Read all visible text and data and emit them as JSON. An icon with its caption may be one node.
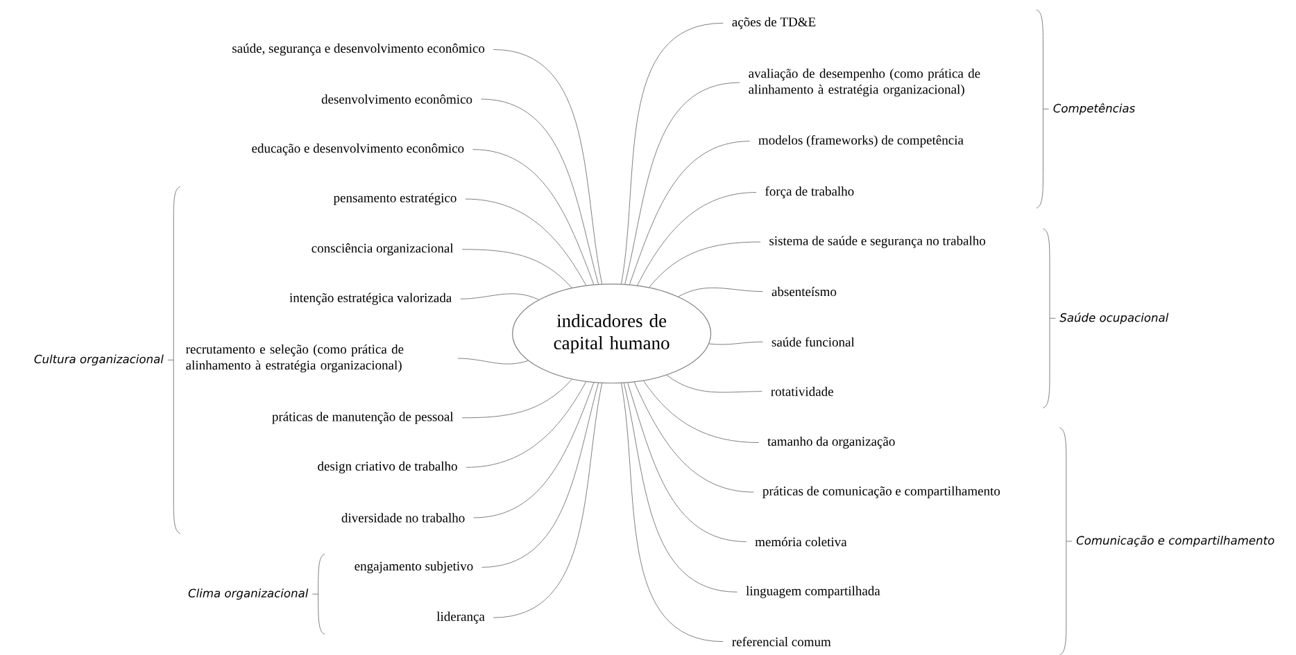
{
  "diagram": {
    "nodes": [
      {
        "text": [
          "indicadores de capital humano"
        ]
      },
      {
        "text": [
          "saúde, segurança e desenvolvimento econômico"
        ]
      },
      {
        "text": [
          "desenvolvimento econômico"
        ]
      },
      {
        "text": [
          "educação e desenvolvimento econômico"
        ]
      },
      {
        "text": [
          "pensamento estratégico"
        ]
      },
      {
        "text": [
          "consciência organizacional"
        ]
      },
      {
        "text": [
          "intenção estratégica valorizada"
        ]
      },
      {
        "text": [
          "recrutamento e seleção (como prática de alinhamento à estratégia organizacional)"
        ]
      },
      {
        "text": [
          "práticas de manutenção de pessoal"
        ]
      },
      {
        "text": [
          "design criativo de trabalho"
        ]
      },
      {
        "text": [
          "diversidade no trabalho"
        ]
      },
      {
        "text": [
          "engajamento subjetivo"
        ]
      },
      {
        "text": [
          "liderança"
        ]
      },
      {
        "text": [
          "ações de TD&E"
        ]
      },
      {
        "text": [
          "avaliação de desempenho (como prática de alinhamento à estratégia organizacional)"
        ]
      },
      {
        "text": [
          "modelos (frameworks) de competência"
        ]
      },
      {
        "text": [
          "força de trabalho"
        ]
      },
      {
        "text": [
          "sistema de saúde e segurança no trabalho"
        ]
      },
      {
        "text": [
          "absenteísmo"
        ]
      },
      {
        "text": [
          "saúde funcional"
        ]
      },
      {
        "text": [
          "rotatividade"
        ]
      },
      {
        "text": [
          "tamanho da organização"
        ]
      },
      {
        "text": [
          "práticas de comunicação e compartilhamento"
        ]
      },
      {
        "text": [
          "memória coletiva"
        ]
      },
      {
        "text": [
          "linguagem compartilhada"
        ]
      },
      {
        "text": [
          "referencial comum"
        ]
      }
    ],
    "edges": [
      {
        "from": 0,
        "to": 1,
        "arrow": "none"
      },
      {
        "from": 0,
        "to": 2,
        "arrow": "none"
      },
      {
        "from": 0,
        "to": 3,
        "arrow": "none"
      },
      {
        "from": 0,
        "to": 4,
        "arrow": "none"
      },
      {
        "from": 0,
        "to": 5,
        "arrow": "none"
      },
      {
        "from": 0,
        "to": 6,
        "arrow": "none"
      },
      {
        "from": 0,
        "to": 7,
        "arrow": "none"
      },
      {
        "from": 0,
        "to": 8,
        "arrow": "none"
      },
      {
        "from": 0,
        "to": 9,
        "arrow": "none"
      },
      {
        "from": 0,
        "to": 10,
        "arrow": "none"
      },
      {
        "from": 0,
        "to": 11,
        "arrow": "none"
      },
      {
        "from": 0,
        "to": 12,
        "arrow": "none"
      },
      {
        "from": 0,
        "to": 13,
        "arrow": "none"
      },
      {
        "from": 0,
        "to": 14,
        "arrow": "none"
      },
      {
        "from": 0,
        "to": 15,
        "arrow": "none"
      },
      {
        "from": 0,
        "to": 16,
        "arrow": "none"
      },
      {
        "from": 0,
        "to": 17,
        "arrow": "none"
      },
      {
        "from": 0,
        "to": 18,
        "arrow": "none"
      },
      {
        "from": 0,
        "to": 19,
        "arrow": "none"
      },
      {
        "from": 0,
        "to": 20,
        "arrow": "none"
      },
      {
        "from": 0,
        "to": 21,
        "arrow": "none"
      },
      {
        "from": 0,
        "to": 22,
        "arrow": "none"
      },
      {
        "from": 0,
        "to": 23,
        "arrow": "none"
      },
      {
        "from": 0,
        "to": 24,
        "arrow": "none"
      },
      {
        "from": 0,
        "to": 25,
        "arrow": "none"
      }
    ],
    "labels": [
      "Competências",
      "Saúde ocupacional",
      "Cultura organizacional",
      "Comunicação e compartilhamento",
      "Clima organizacional"
    ]
  }
}
